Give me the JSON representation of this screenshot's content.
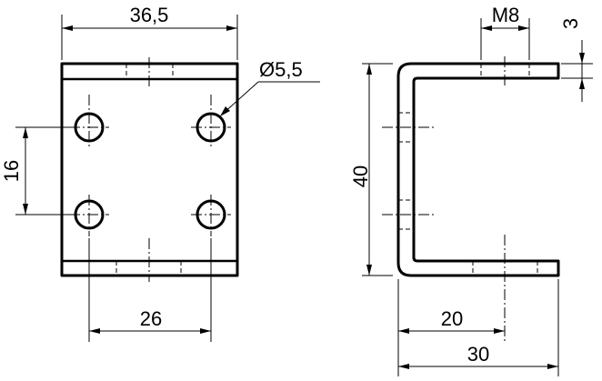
{
  "front_view": {
    "width_dim": "36,5",
    "hole_diameter_dim": "Ø5,5",
    "hole_vertical_spacing_dim": "16",
    "hole_horizontal_spacing_dim": "26"
  },
  "side_view": {
    "thread_dim": "M8",
    "thickness_dim": "3",
    "height_dim": "40",
    "hole_offset_dim": "20",
    "depth_dim": "30"
  }
}
